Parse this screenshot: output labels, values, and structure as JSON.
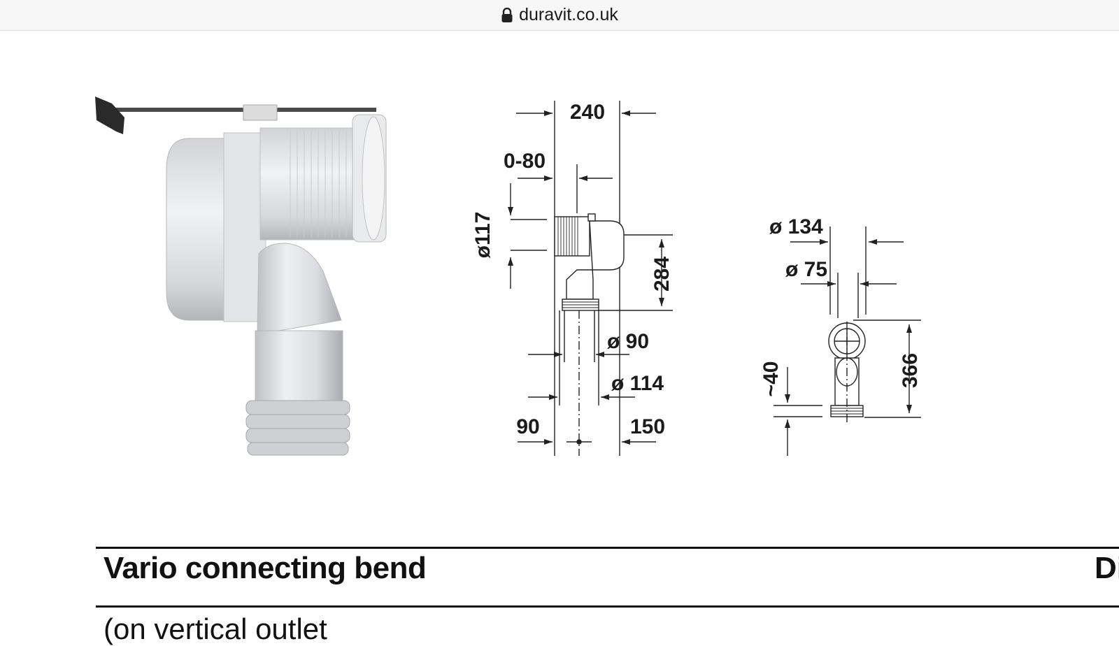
{
  "browser": {
    "url": "duravit.co.uk"
  },
  "drawing": {
    "dimensions": {
      "width_total": "240",
      "offset_range": "0-80",
      "dia_117": "ø117",
      "height_284": "284",
      "dia_90": "ø 90",
      "dia_114": "ø 114",
      "left_90": "90",
      "right_150": "150",
      "dia_134": "ø 134",
      "dia_75": "ø 75",
      "approx_40": "~40",
      "height_366": "366"
    }
  },
  "product": {
    "name": "Vario connecting bend",
    "column_header_cut": "Di",
    "subtitle_cut": "(on vertical outlet"
  }
}
